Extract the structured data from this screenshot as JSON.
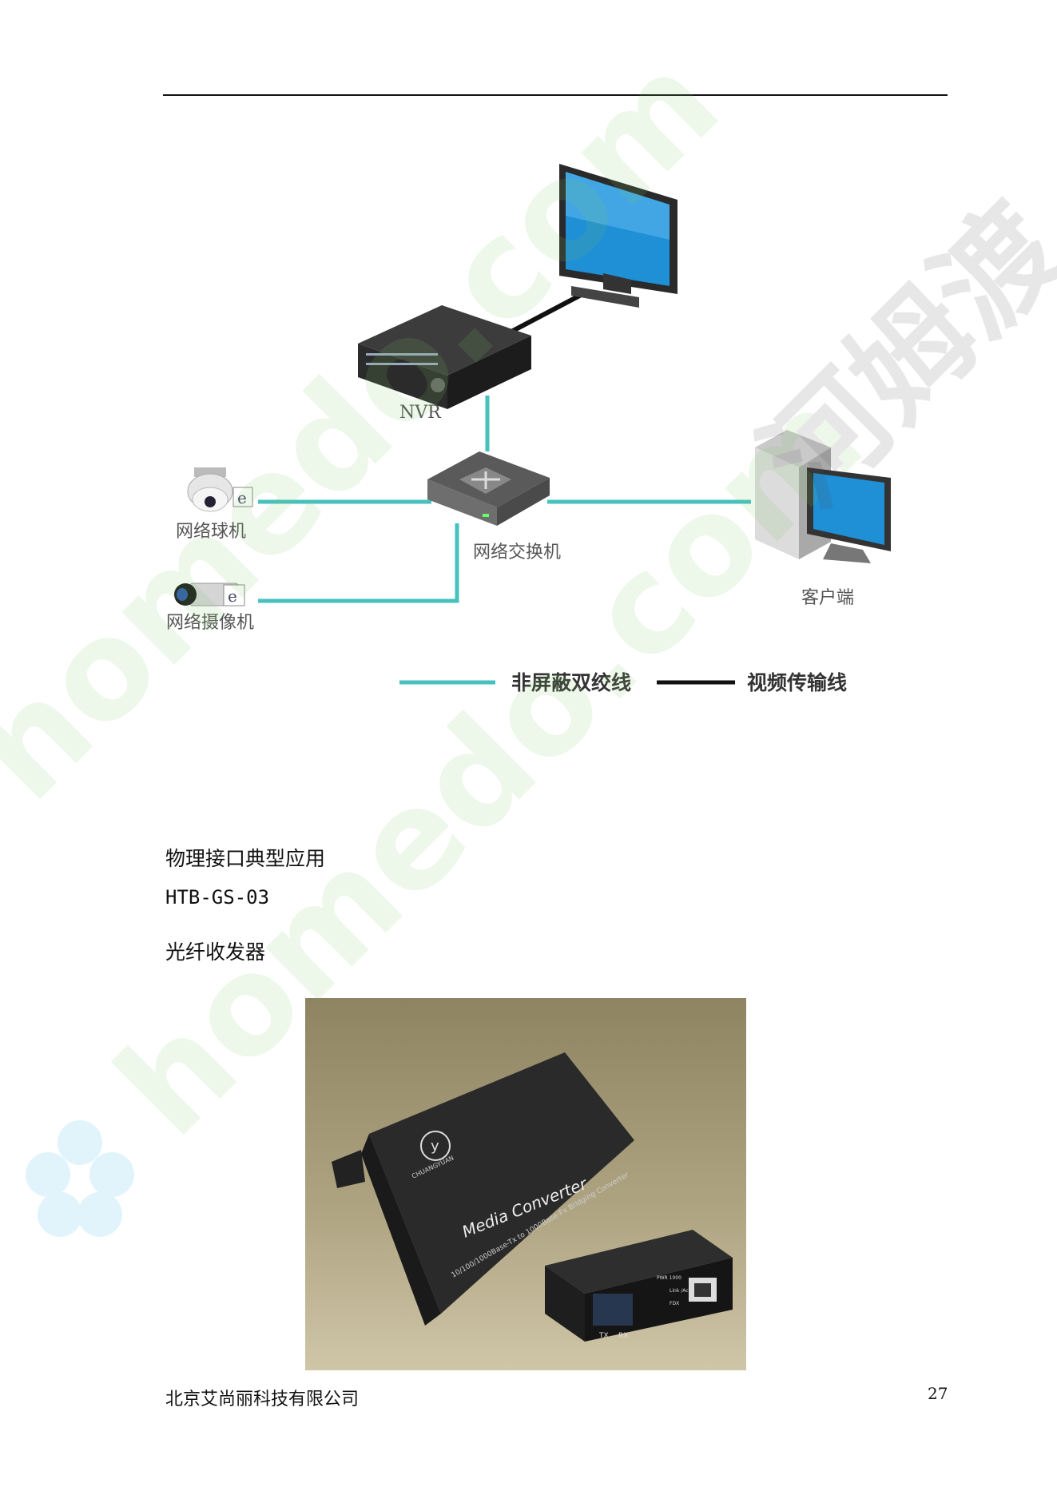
{
  "diagram": {
    "nodes": {
      "nvr": "NVR",
      "dome_camera": "网络球机",
      "network_camera": "网络摄像机",
      "switch": "网络交换机",
      "client": "客户端"
    },
    "legend": {
      "utp": "非屏蔽双绞线",
      "video": "视频传输线"
    },
    "colors": {
      "utp_line": "#46c1bd",
      "video_line": "#111111",
      "screen": "#1f8fd6"
    }
  },
  "body": {
    "heading": "物理接口典型应用",
    "model": "HTB-GS-03",
    "product": "光纤收发器"
  },
  "photo": {
    "device_brand": "CHUANGYUAN",
    "device_title": "Media Converter",
    "device_subtitle": "10/100/1000Base-Tx to 1000Base-Fx Bridging Converter",
    "port_tx": "TX",
    "port_rx": "RX",
    "led_pwr": "PWR 1000",
    "led_link": "Link /Act",
    "led_fdx": "FDX",
    "logo_letter": "y"
  },
  "footer": {
    "company": "北京艾尚丽科技有限公司",
    "page_number": "27"
  },
  "watermark": {
    "text_primary": "homedo.com",
    "text_cn": "河姆渡"
  }
}
